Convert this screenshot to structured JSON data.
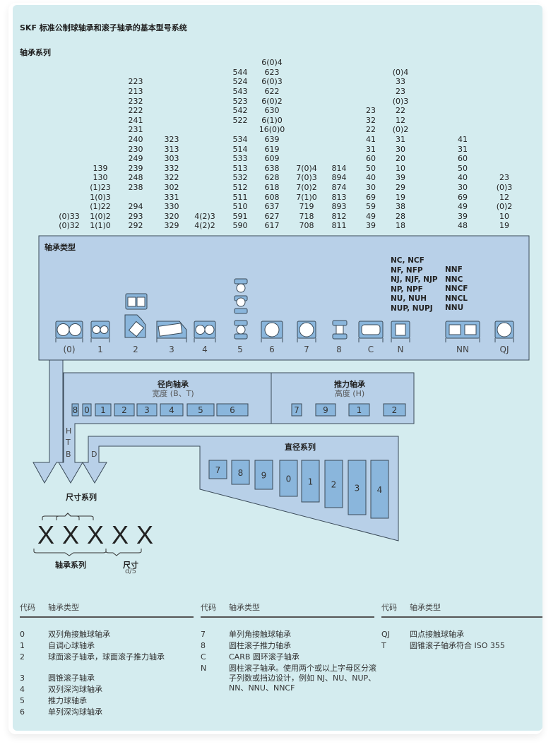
{
  "title": "SKF 标准公制球轴承和滚子轴承的基本型号系统",
  "series_heading": "轴承系列",
  "series_columns": [
    {
      "type": "(0)",
      "values": [
        "(0)33",
        "(0)32"
      ]
    },
    {
      "type": "1",
      "values": [
        "139",
        "130",
        "(1)23",
        "1(0)3",
        "(1)22",
        "1(0)2",
        "1(1)0"
      ]
    },
    {
      "type": "2",
      "values": [
        "223",
        "213",
        "232",
        "222",
        "241",
        "231",
        "240",
        "230",
        "249",
        "239",
        "248",
        "238",
        "",
        "294",
        "293",
        "292"
      ]
    },
    {
      "type": "3",
      "values": [
        "323",
        "313",
        "303",
        "332",
        "322",
        "302",
        "331",
        "330",
        "320",
        "329"
      ]
    },
    {
      "type": "4",
      "values": [
        "4(2)3",
        "4(2)2"
      ]
    },
    {
      "type": "5",
      "values": [
        "544",
        "524",
        "543",
        "523",
        "542",
        "522",
        "",
        "534",
        "514",
        "533",
        "513",
        "532",
        "512",
        "511",
        "510",
        "591",
        "590"
      ]
    },
    {
      "type": "6",
      "values": [
        "6(0)4",
        "623",
        "6(0)3",
        "622",
        "6(0)2",
        "630",
        "6(1)0",
        "16(0)0",
        "639",
        "619",
        "609",
        "638",
        "628",
        "618",
        "608",
        "637",
        "627",
        "617"
      ]
    },
    {
      "type": "7",
      "values": [
        "7(0)4",
        "7(0)3",
        "7(0)2",
        "7(1)0",
        "719",
        "718",
        "708"
      ]
    },
    {
      "type": "8",
      "values": [
        "814",
        "894",
        "874",
        "813",
        "893",
        "812",
        "811"
      ]
    },
    {
      "type": "C",
      "values": [
        "23",
        "32",
        "22",
        "41",
        "31",
        "60",
        "50",
        "40",
        "30",
        "69",
        "59",
        "49",
        "39"
      ]
    },
    {
      "type": "N",
      "values": [
        "(0)4",
        "33",
        "23",
        "(0)3",
        "22",
        "12",
        "(0)2",
        "31",
        "30",
        "20",
        "10",
        "39",
        "29",
        "19",
        "38",
        "28",
        "18"
      ]
    },
    {
      "type": "NN",
      "values": [
        "41",
        "31",
        "60",
        "50",
        "40",
        "30",
        "69",
        "49",
        "39",
        "48"
      ]
    },
    {
      "type": "QJ",
      "values": [
        "23",
        "(0)3",
        "12",
        "(0)2",
        "10",
        "19"
      ]
    }
  ],
  "types_box": {
    "heading": "轴承类型",
    "labels": [
      "(0)",
      "1",
      "2",
      "3",
      "4",
      "5",
      "6",
      "7",
      "8",
      "C",
      "N",
      "NN",
      "QJ"
    ],
    "n_variants": [
      "NC, NCF",
      "NF, NFP",
      "NJ, NJF, NJP",
      "NP, NPF",
      "NU, NUH",
      "NUP, NUPJ"
    ],
    "nn_variants": [
      "NNF",
      "NNC",
      "NNCF",
      "NNCL",
      "NNU"
    ]
  },
  "radial": {
    "heading": "径向轴承",
    "sub": "宽度 (B、T)",
    "codes": [
      "8",
      "0",
      "1",
      "2",
      "3",
      "4",
      "5",
      "6"
    ]
  },
  "thrust": {
    "heading": "推力轴承",
    "sub": "高度 (H)",
    "codes": [
      "7",
      "9",
      "1",
      "2"
    ]
  },
  "arrow_letters": [
    "H",
    "T",
    "B",
    "D"
  ],
  "diameter": {
    "heading": "直径系列",
    "codes": [
      "7",
      "8",
      "9",
      "0",
      "1",
      "2",
      "3",
      "4"
    ]
  },
  "designation": {
    "dimension_series": "尺寸系列",
    "placeholder": "X",
    "bearing_series": "轴承系列",
    "size": "尺寸",
    "size_sub": "d/5"
  },
  "legend": {
    "col_code": "代码",
    "col_type": "轴承类型",
    "columns": [
      [
        {
          "code": "0",
          "desc": "双列角接触球轴承"
        },
        {
          "code": "1",
          "desc": "自调心球轴承"
        },
        {
          "code": "2",
          "desc": "球面滚子轴承，球面滚子推力轴承"
        },
        {
          "code": "",
          "desc": ""
        },
        {
          "code": "3",
          "desc": "圆锥滚子轴承"
        },
        {
          "code": "4",
          "desc": "双列深沟球轴承"
        },
        {
          "code": "5",
          "desc": "推力球轴承"
        },
        {
          "code": "6",
          "desc": "单列深沟球轴承"
        }
      ],
      [
        {
          "code": "7",
          "desc": "单列角接触球轴承"
        },
        {
          "code": "8",
          "desc": "圆柱滚子推力轴承"
        },
        {
          "code": "C",
          "desc": "CARB 圆环滚子轴承"
        },
        {
          "code": "N",
          "desc": "圆柱滚子轴承。使用两个或以上字母区分滚子列数或挡边设计，例如 NJ、NU、NUP、NN、NNU、NNCF"
        }
      ],
      [
        {
          "code": "QJ",
          "desc": "四点接触球轴承"
        },
        {
          "code": "T",
          "desc": "圆锥滚子轴承符合 ISO 355"
        }
      ]
    ]
  },
  "colors": {
    "background": "#d4ecef",
    "box_fill": "#b8d0e8",
    "code_fill": "#8ab6dc",
    "stroke": "#3a4a58"
  }
}
